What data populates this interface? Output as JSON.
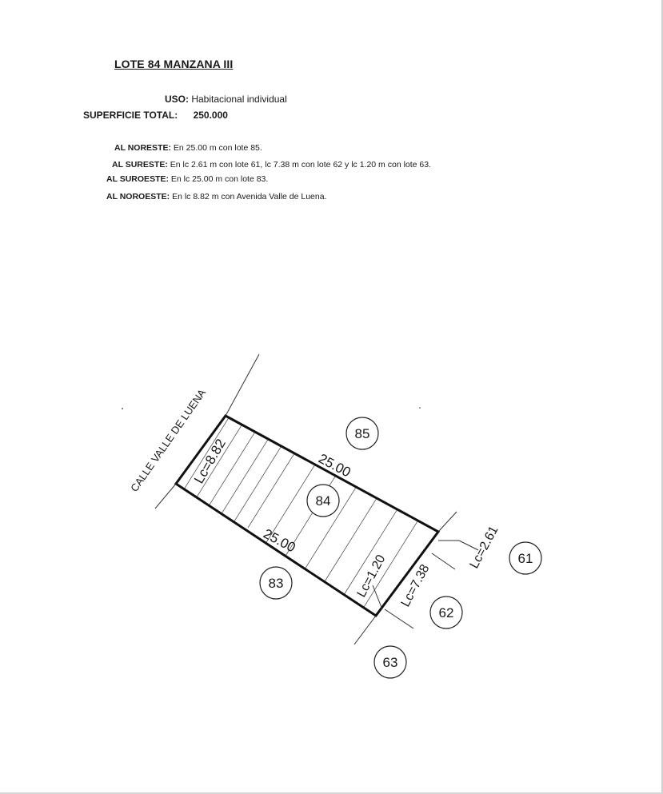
{
  "header": {
    "title": "LOTE 84 MANZANA III"
  },
  "uso": {
    "label": "USO:",
    "value": "Habitacional individual"
  },
  "superficie": {
    "label": "SUPERFICIE TOTAL:",
    "value": "250.000"
  },
  "colindancias": [
    {
      "label": "AL NORESTE:",
      "text": "En 25.00 m con lote 85."
    },
    {
      "label": "AL SURESTE:",
      "text": "En lc 2.61 m con lote 61, lc 7.38 m con lote 62 y lc 1.20 m con lote 63."
    },
    {
      "label": "AL SUROESTE:",
      "text": "En lc 25.00 m con lote 83."
    },
    {
      "label": "AL NOROESTE:",
      "text": "En lc 8.82 m con Avenida Valle de Luena."
    }
  ],
  "plan": {
    "street": "CALLE VALLE DE LUENA",
    "lots": {
      "l84": "84",
      "l85": "85",
      "l83": "83",
      "l61": "61",
      "l62": "62",
      "l63": "63"
    },
    "dimensions": {
      "ne": "25.00",
      "sw": "25.00",
      "nw": "Lc=8.82",
      "se_61": "Lc=2.61",
      "se_62": "Lc=7.38",
      "se_63": "Lc=1.20"
    }
  }
}
